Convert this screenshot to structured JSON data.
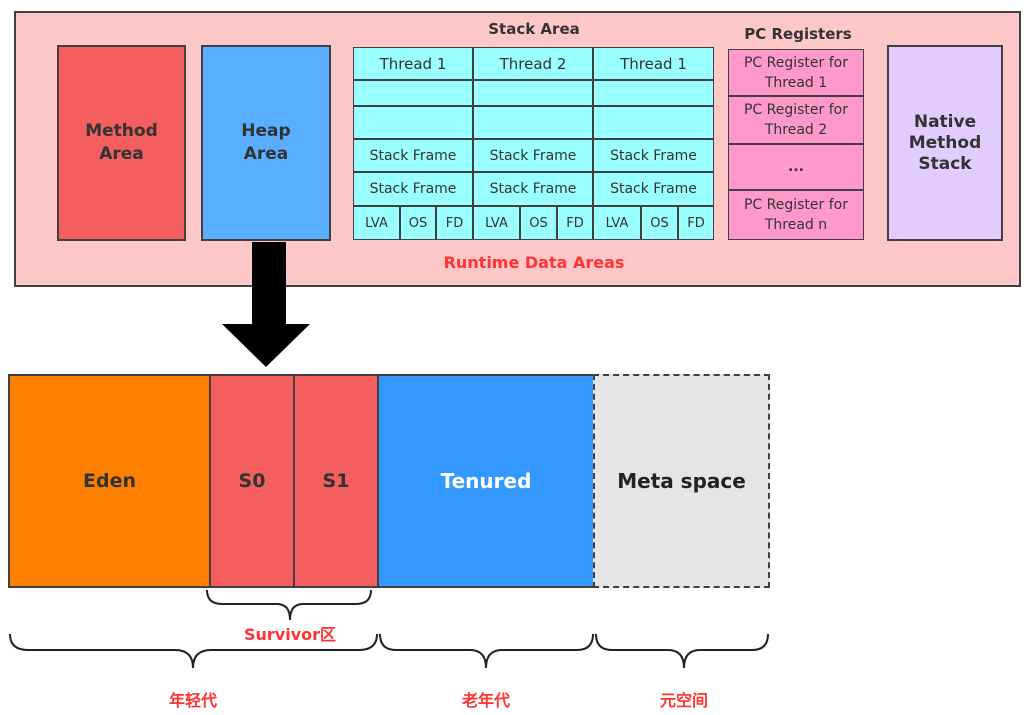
{
  "runtime": {
    "title": "Runtime Data Areas",
    "method_area": "Method\nArea",
    "heap_area": "Heap\nArea",
    "native_stack": "Native\nMethod\nStack"
  },
  "stack_area": {
    "title": "Stack Area",
    "threads": [
      "Thread 1",
      "Thread 2",
      "Thread 1"
    ],
    "frame_label": "Stack Frame",
    "frame_parts": [
      "LVA",
      "OS",
      "FD"
    ]
  },
  "pc_registers": {
    "title": "PC Registers",
    "items": [
      "PC Register for\nThread 1",
      "PC Register for\nThread 2",
      "...",
      "PC Register for\nThread n"
    ]
  },
  "memory": {
    "eden": "Eden",
    "s0": "S0",
    "s1": "S1",
    "tenured": "Tenured",
    "meta": "Meta space"
  },
  "labels": {
    "survivor": "Survivor区",
    "young": "年轻代",
    "old": "老年代",
    "metaspace": "元空间"
  },
  "colors": {
    "runtime_bg": "#ffc8c8",
    "method": "#f45e5e",
    "heap": "#5aaeff",
    "stack_cell": "#99ffff",
    "pc_cell": "#ff99cc",
    "native": "#e2ccff",
    "eden": "#ff7f00",
    "survivor": "#f45e5e",
    "tenured": "#3399ff",
    "meta": "#e5e5e5",
    "label_red": "#ff3333"
  }
}
